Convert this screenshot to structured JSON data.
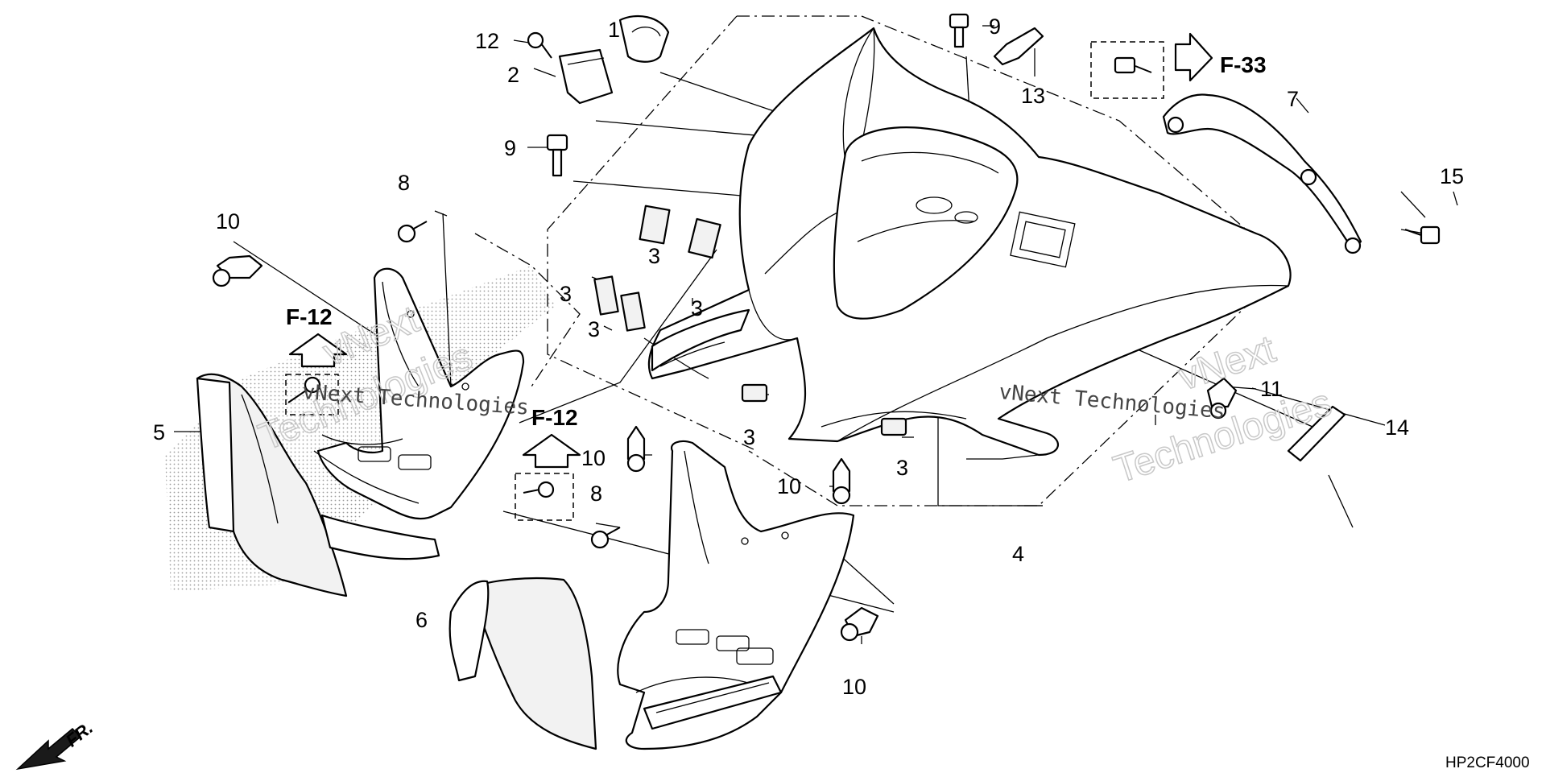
{
  "diagram_code": "HP2CF4000",
  "front_marker": "FR.",
  "watermark": {
    "brand": "vNext Technologies",
    "word1": "vNext",
    "word2": "Technologies"
  },
  "references": [
    {
      "id": "ref-f33",
      "label": "F-33"
    },
    {
      "id": "ref-f12-left",
      "label": "F-12"
    },
    {
      "id": "ref-f12-center",
      "label": "F-12"
    }
  ],
  "callouts": [
    {
      "id": "c1",
      "num": "1"
    },
    {
      "id": "c2",
      "num": "2"
    },
    {
      "id": "c3a",
      "num": "3"
    },
    {
      "id": "c3b",
      "num": "3"
    },
    {
      "id": "c3c",
      "num": "3"
    },
    {
      "id": "c3d",
      "num": "3"
    },
    {
      "id": "c3e",
      "num": "3"
    },
    {
      "id": "c3f",
      "num": "3"
    },
    {
      "id": "c4",
      "num": "4"
    },
    {
      "id": "c5",
      "num": "5"
    },
    {
      "id": "c6",
      "num": "6"
    },
    {
      "id": "c7",
      "num": "7"
    },
    {
      "id": "c8a",
      "num": "8"
    },
    {
      "id": "c8b",
      "num": "8"
    },
    {
      "id": "c9a",
      "num": "9"
    },
    {
      "id": "c9b",
      "num": "9"
    },
    {
      "id": "c10a",
      "num": "10"
    },
    {
      "id": "c10b",
      "num": "10"
    },
    {
      "id": "c10c",
      "num": "10"
    },
    {
      "id": "c10d",
      "num": "10"
    },
    {
      "id": "c11",
      "num": "11"
    },
    {
      "id": "c12",
      "num": "12"
    },
    {
      "id": "c13",
      "num": "13"
    },
    {
      "id": "c14",
      "num": "14"
    },
    {
      "id": "c15",
      "num": "15"
    }
  ]
}
